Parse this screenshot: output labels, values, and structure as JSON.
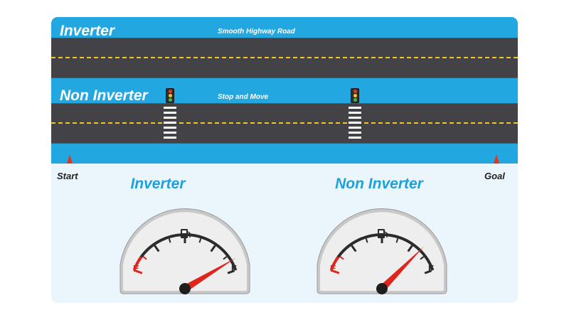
{
  "lanes": [
    {
      "label": "Inverter",
      "caption": "Smooth Highway Road"
    },
    {
      "label": "Non Inverter",
      "caption": "Stop and Move"
    }
  ],
  "markers": {
    "start": "Start",
    "goal": "Goal"
  },
  "gauges": [
    {
      "title": "Inverter",
      "empty_label": "E",
      "full_label": "F",
      "fuel_level": 0.92
    },
    {
      "title": "Non Inverter",
      "empty_label": "E",
      "full_label": "F",
      "fuel_level": 0.82
    }
  ],
  "colors": {
    "sky_blue": "#22a7e0",
    "road": "#434347",
    "lane_dash": "#f3c625",
    "needle": "#e0251c",
    "cone": "#e63322",
    "gauge_title": "#1ea0dc"
  },
  "icons": [
    "traffic-light-icon",
    "fuel-pump-icon",
    "cone-icon"
  ]
}
